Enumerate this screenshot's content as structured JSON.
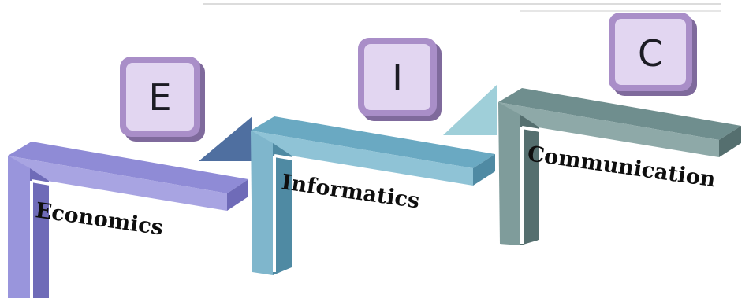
{
  "blocks": [
    {
      "letter": "E",
      "label": "Economics",
      "colors": {
        "top": "#8f8bd6",
        "front": "#a8a4e2",
        "side": "#6f6bb8",
        "arm": "#9995dc",
        "connector": "#4f6fa0"
      }
    },
    {
      "letter": "I",
      "label": "Informatics",
      "colors": {
        "top": "#6aa9c2",
        "front": "#8fc3d6",
        "side": "#4f8aa3",
        "arm": "#7fb6cc",
        "connector": "#9fcfd9"
      }
    },
    {
      "letter": "C",
      "label": "Communication",
      "colors": {
        "top": "#6f8e8e",
        "front": "#8ea9a8",
        "side": "#556f6f",
        "arm": "#7f9c9b",
        "connector": null
      }
    }
  ],
  "tile_colors": {
    "face": "#e2d6f1",
    "edge": "#a98ec8",
    "shadow": "#7f6a9c"
  }
}
